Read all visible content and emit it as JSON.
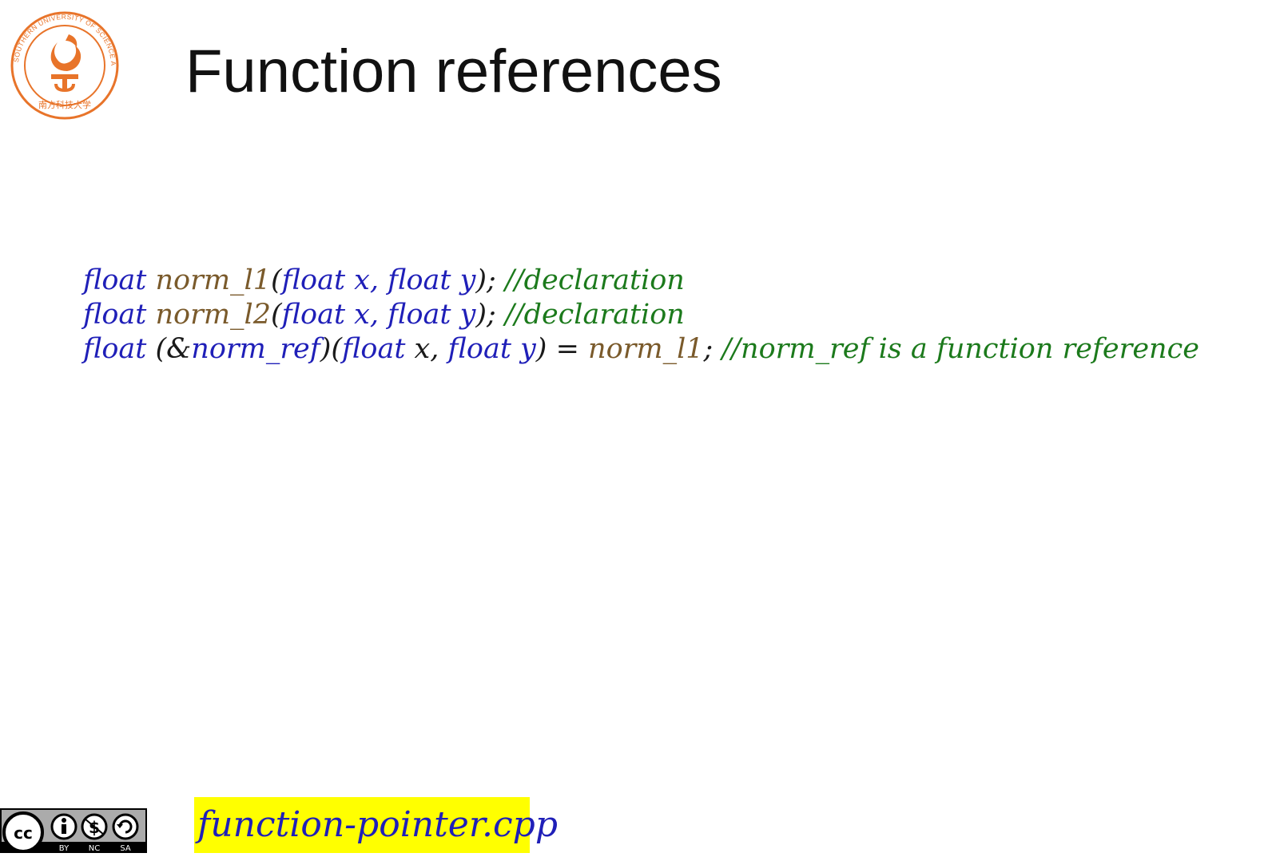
{
  "slide": {
    "title": "Function references",
    "logo": {
      "icon": "university-seal-icon",
      "ring_text": "SOUTHERN UNIVERSITY OF SCIENCE AND TECHNOLOGY",
      "chinese_name": "南方科技大学",
      "color": "#e8742a"
    }
  },
  "code": {
    "lines": [
      [
        {
          "t": "float",
          "k": "kw"
        },
        {
          "t": " ",
          "k": "pn"
        },
        {
          "t": "norm_l1",
          "k": "fn"
        },
        {
          "t": "(",
          "k": "pn"
        },
        {
          "t": "float",
          "k": "kw"
        },
        {
          "t": " x, ",
          "k": "kw"
        },
        {
          "t": "float",
          "k": "kw"
        },
        {
          "t": " y",
          "k": "kw"
        },
        {
          "t": "); ",
          "k": "pn"
        },
        {
          "t": "//declaration",
          "k": "cm"
        }
      ],
      [
        {
          "t": "float",
          "k": "kw"
        },
        {
          "t": " ",
          "k": "pn"
        },
        {
          "t": "norm_l2",
          "k": "fn"
        },
        {
          "t": "(",
          "k": "pn"
        },
        {
          "t": "float",
          "k": "kw"
        },
        {
          "t": " x, ",
          "k": "kw"
        },
        {
          "t": "float",
          "k": "kw"
        },
        {
          "t": " y",
          "k": "kw"
        },
        {
          "t": "); ",
          "k": "pn"
        },
        {
          "t": "//declaration",
          "k": "cm"
        }
      ],
      [
        {
          "t": "float",
          "k": "kw"
        },
        {
          "t": " (&",
          "k": "pn"
        },
        {
          "t": "norm_ref",
          "k": "kw"
        },
        {
          "t": ")(",
          "k": "pn"
        },
        {
          "t": "float",
          "k": "kw"
        },
        {
          "t": " x, ",
          "k": "pn"
        },
        {
          "t": "float",
          "k": "kw"
        },
        {
          "t": " y",
          "k": "kw"
        },
        {
          "t": ") = ",
          "k": "pn"
        },
        {
          "t": "norm_l1",
          "k": "fn"
        },
        {
          "t": "; ",
          "k": "pn"
        },
        {
          "t": "//norm_ref is a function reference",
          "k": "cm"
        }
      ]
    ],
    "colors": {
      "keyword": "#1f1fb8",
      "function_name": "#7a5a2b",
      "punctuation": "#1a1a1a",
      "comment": "#1c7a1c"
    }
  },
  "footer": {
    "license_badge": {
      "icon": "creative-commons-by-nc-sa-icon",
      "labels": [
        "cc",
        "BY",
        "NC",
        "SA"
      ]
    },
    "file_label": "function-pointer.cpp",
    "file_label_bg": "#ffff00"
  }
}
